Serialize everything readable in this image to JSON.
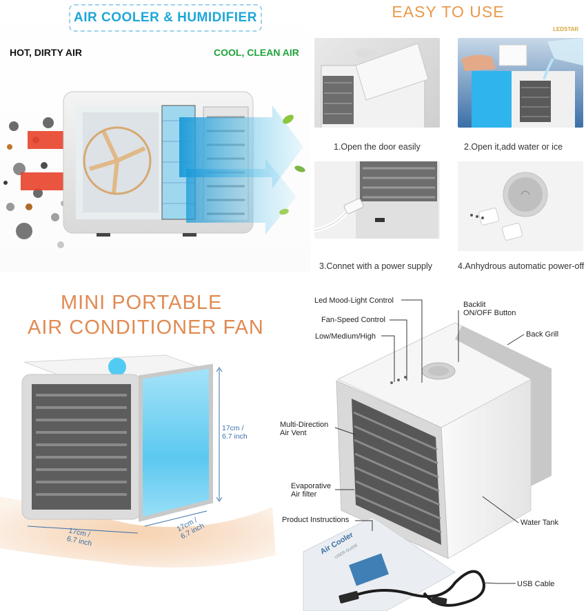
{
  "features": {
    "title": "AIR COOLER & HUMIDIFIER",
    "hot_label": "HOT, DIRTY AIR",
    "cool_label": "COOL, CLEAN AIR"
  },
  "easy": {
    "title": "EASY TO USE",
    "brand": "LEDSTAR",
    "steps": [
      {
        "caption": "1.Open the door easily"
      },
      {
        "caption": "2.Open it,add water or ice"
      },
      {
        "caption": "3.Connet with a power supply"
      },
      {
        "caption": "4.Anhydrous automatic power-off"
      }
    ]
  },
  "fan": {
    "title_line1": "MINI PORTABLE",
    "title_line2": "AIR CONDITIONER  FAN",
    "height_dim": "17cm /\n6.7 inch",
    "depth_dim": "17cm /\n6.7 inch",
    "width_dim": "17cm /\n6.7 inch"
  },
  "parts": {
    "led": "Led Mood-Light Control",
    "fan_speed": "Fan-Speed Control",
    "speed_levels": "Low/Medium/High",
    "backlit_1": "Backlit",
    "backlit_2": "ON/OFF Button",
    "back_grill": "Back Grill",
    "vent_1": "Multi-Direction",
    "vent_2": "Air Vent",
    "filter_1": "Evaporative",
    "filter_2": "Air filter",
    "instructions": "Product Instructions",
    "water_tank": "Water Tank",
    "usb": "USB Cable",
    "manual_title": "Air Cooler",
    "manual_sub": "USER GUIDE"
  },
  "colors": {
    "accent_blue": "#1ea7d8",
    "cool_green": "#1fa33a",
    "heading_orange": "#e08a52",
    "glow_blue": "#5cc8f0",
    "hot_red": "#e8432b"
  }
}
